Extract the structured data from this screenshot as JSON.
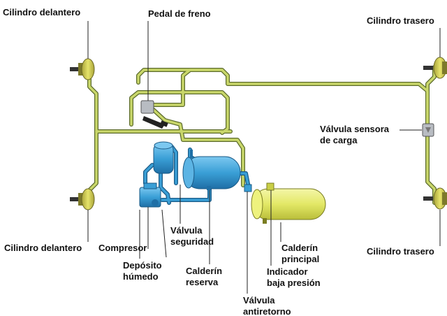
{
  "labels": {
    "front_cylinder_top": "Cilindro delantero",
    "front_cylinder_bottom": "Cilindro delantero",
    "brake_pedal": "Pedal de freno",
    "rear_cylinder_top": "Cilindro trasero",
    "rear_cylinder_bottom": "Cilindro trasero",
    "load_sensor_valve_line1": "Válvula sensora",
    "load_sensor_valve_line2": "de carga",
    "compressor": "Compresor",
    "safety_valve_line1": "Válvula",
    "safety_valve_line2": "seguridad",
    "wet_tank_line1": "Depósito",
    "wet_tank_line2": "húmedo",
    "reserve_tank_line1": "Calderín",
    "reserve_tank_line2": "reserva",
    "main_tank_line1": "Calderín",
    "main_tank_line2": "principal",
    "low_pressure_line1": "Indicador",
    "low_pressure_line2": "baja presión",
    "check_valve_line1": "Válvula",
    "check_valve_line2": "antiretorno"
  },
  "colors": {
    "brake_line": "#c9d76a",
    "brake_line_outline": "#5b6a2c",
    "supply_line": "#3a9fd6",
    "supply_line_outline": "#1a5a86",
    "main_tank": "#e8ee6e",
    "component_gray": "#9aa0a6",
    "leader_line": "#222222"
  }
}
